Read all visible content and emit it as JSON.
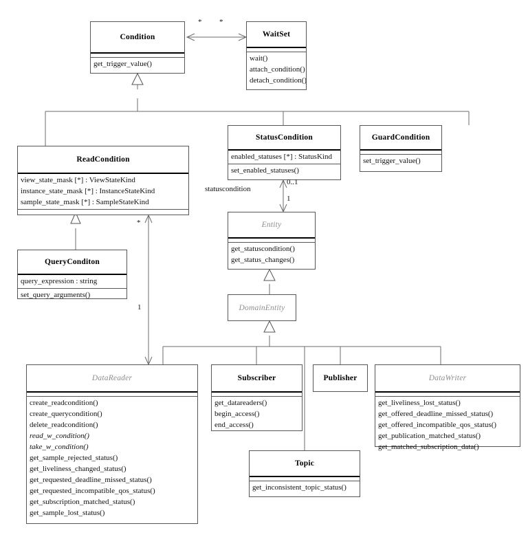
{
  "diagram": {
    "title": "DDS Conditions and Entities UML Class Diagram",
    "line_color": "#6b6b6b",
    "abstract_name_color": "#8d8d8d",
    "text_color": "#111111"
  },
  "classes": {
    "condition": {
      "name": "Condition",
      "abstract": false,
      "attributes": [],
      "operations": [
        "get_trigger_value()"
      ]
    },
    "waitset": {
      "name": "WaitSet",
      "abstract": false,
      "attributes": [],
      "operations": [
        "wait()",
        "attach_condition()",
        "detach_condition()"
      ]
    },
    "readcondition": {
      "name": "ReadCondition",
      "abstract": false,
      "attributes": [
        "view_state_mask [*] : ViewStateKind",
        "instance_state_mask [*] : InstanceStateKind",
        "sample_state_mask [*] : SampleStateKind"
      ],
      "operations": []
    },
    "statuscondition": {
      "name": "StatusCondition",
      "abstract": false,
      "attributes": [
        "enabled_statuses [*] : StatusKind"
      ],
      "operations": [
        "set_enabled_statuses()"
      ]
    },
    "guardcondition": {
      "name": "GuardCondition",
      "abstract": false,
      "attributes": [],
      "operations": [
        "set_trigger_value()"
      ]
    },
    "querycondition": {
      "name": "QueryConditon",
      "abstract": false,
      "attributes": [
        "query_expression : string"
      ],
      "operations": [
        "set_query_arguments()"
      ]
    },
    "entity": {
      "name": "Entity",
      "abstract": true,
      "attributes": [],
      "operations": [
        "get_statuscondition()",
        "get_status_changes()"
      ]
    },
    "domainentity": {
      "name": "DomainEntity",
      "abstract": true,
      "attributes": [],
      "operations": []
    },
    "datareader": {
      "name": "DataReader",
      "abstract": true,
      "attributes": [],
      "operations": [
        "create_readcondition()",
        "create_querycondition()",
        "delete_readcondition()",
        "read_w_condition()",
        "take_w_condition()",
        "get_sample_rejected_status()",
        "get_liveliness_changed_status()",
        "get_requested_deadline_missed_status()",
        "get_requested_incompatible_qos_status()",
        "get_subscription_matched_status()",
        "get_sample_lost_status()"
      ],
      "italic_operations": [
        "read_w_condition()",
        "take_w_condition()"
      ]
    },
    "subscriber": {
      "name": "Subscriber",
      "abstract": false,
      "attributes": [],
      "operations": [
        "get_datareaders()",
        "begin_access()",
        "end_access()"
      ]
    },
    "publisher": {
      "name": "Publisher",
      "abstract": false,
      "attributes": [],
      "operations": []
    },
    "datawriter": {
      "name": "DataWriter",
      "abstract": true,
      "attributes": [],
      "operations": [
        "get_liveliness_lost_status()",
        "get_offered_deadline_missed_status()",
        "get_offered_incompatible_qos_status()",
        "get_publication_matched_status()",
        "get_matched_subscription_data()"
      ]
    },
    "topic": {
      "name": "Topic",
      "abstract": false,
      "attributes": [],
      "operations": [
        "get_inconsistent_topic_status()"
      ]
    }
  },
  "associations": {
    "condition_waitset": {
      "source_multiplicity": "*",
      "target_multiplicity": "*"
    },
    "statuscondition_entity": {
      "role_label": "statuscondition",
      "source_multiplicity": "0..1",
      "target_multiplicity": "1"
    },
    "readcondition_datareader": {
      "source_multiplicity": "*",
      "target_multiplicity": "1"
    }
  }
}
